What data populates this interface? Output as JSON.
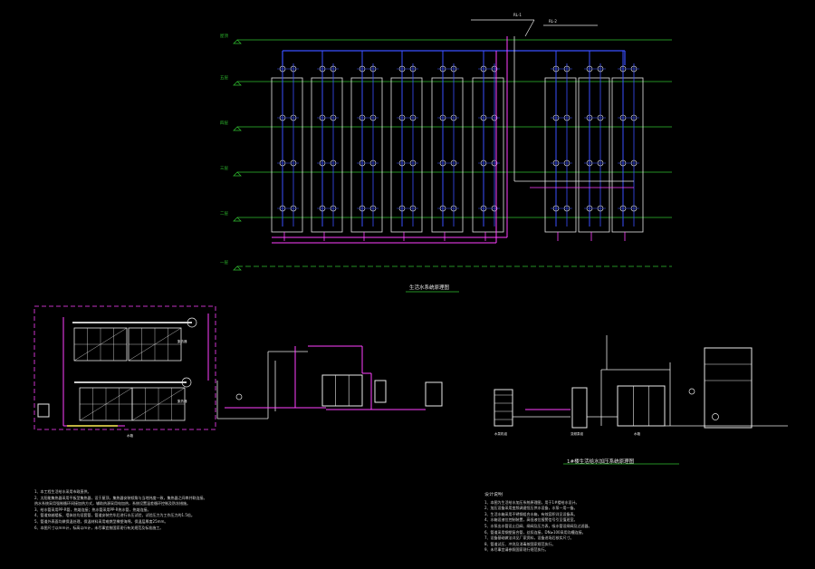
{
  "colors": {
    "background": "#000000",
    "floor_line": "#2fbf2f",
    "riser": "#3a4fff",
    "equipment": "#e8e8e8",
    "cold_pipe": "#ff40ff",
    "solar_loop": "#ff40ff",
    "boundary": "#ff40ff",
    "underline": "#2fbf2f",
    "callout": "#e8e8e8",
    "warm_pipe": "#ffee55"
  },
  "riser_diagram": {
    "title": "生活水系统原理图",
    "floors": [
      {
        "label": "屋顶"
      },
      {
        "label": "五层"
      },
      {
        "label": "四层"
      },
      {
        "label": "三层"
      },
      {
        "label": "二层"
      },
      {
        "label": "一层"
      }
    ],
    "top_labels": [
      "RL-1",
      "RL-2"
    ]
  },
  "solar_diagram": {
    "title": "太阳能热水系统原理图",
    "labels": [
      "集热器",
      "集热器",
      "水箱"
    ]
  },
  "pump_diagram": {
    "title": "1#楼生活给水加压系统原理图",
    "labels": [
      "水泵机组",
      "变频泵组",
      "水箱"
    ]
  },
  "notes_left": {
    "lines": [
      "1、本工程生活给水采用市政直供。",
      "2、太阳能集热器采用平板型集热器，设于屋顶，集热器安装倾角与当地纬度一致，集热器之间串并联连接。",
      "   热水系统采用强制循环间接加热方式，辅助热源采用电加热，系统设置温差循环控制及防冻措施。",
      "3、给水管采用PP-R管，热熔连接；热水管采用PP-R热水管，热熔连接。",
      "4、管道穿越楼板、墙体处均设套管，管道安装完毕后进行水压试验，试验压力为工作压力的1.5倍。",
      "5、管道外表面均做保温处理，保温材料采用难燃型橡塑海绵，保温层厚度25mm。",
      "6、本图尺寸以mm计，标高以m计，未尽事宜按国家现行有关规范及标准施工。"
    ]
  },
  "notes_right": {
    "heading": "设计说明",
    "lines": [
      "1、本图为生活给水加压系统原理图，用于1#楼给水设计。",
      "2、加压设备采用变频调速恒压供水设备，水泵一用一备。",
      "3、生活水箱采用不锈钢组合水箱，有效容积详见设备表。",
      "4、水箱设液位控制装置，高低液位报警信号引至值班室。",
      "5、水泵出水管设止回阀、闸阀及压力表，吸水管设闸阀及过滤器。",
      "6、管道采用钢塑复合管，丝扣连接，DN≥100采用沟槽连接。",
      "7、设备基础做法详见厂家资料，设备进场后核实尺寸。",
      "8、管道试压、冲洗及消毒按国家规范执行。",
      "9、未尽事宜请参照国家现行规范执行。"
    ]
  }
}
